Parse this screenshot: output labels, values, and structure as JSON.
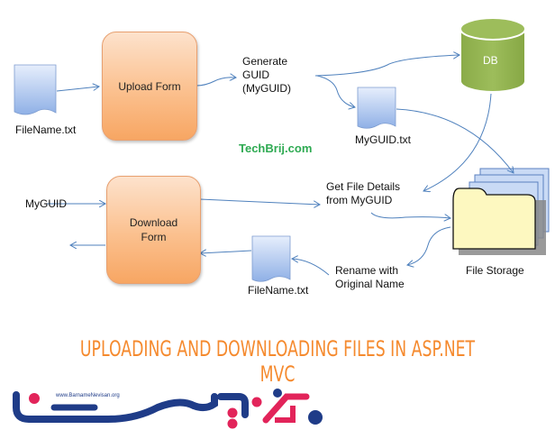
{
  "diagram": {
    "nodes": {
      "file_input": "FileName.txt",
      "upload_form": "Upload Form",
      "generate_guid": [
        "Generate",
        "GUID",
        "(MyGUID)"
      ],
      "db": "DB",
      "guid_file": "MyGUID.txt",
      "watermark": "TechBrij.com",
      "myguid_input": "MyGUID",
      "download_form": [
        "Download",
        "Form"
      ],
      "get_details": [
        "Get File Details",
        "from MyGUID"
      ],
      "file_storage": "File Storage",
      "file_output": "FileName.txt",
      "rename": [
        "Rename with",
        "Original Name"
      ]
    },
    "colors": {
      "form_fill": "#fbc08e",
      "db_fill": "#9bbb59",
      "doc_fill": "#a8c4ee",
      "folder_fill": "#fdf8c0",
      "arrow": "#4f81bd",
      "watermark": "#2eaa52",
      "title": "#f58a2e"
    }
  },
  "banner": {
    "title": "UPLOADING AND DOWNLOADING FILES IN ASP.NET MVC",
    "logo_url_text": "www.BarnameNevisan.org",
    "logo_colors": {
      "primary": "#1f3c88",
      "accent": "#e2245a"
    }
  }
}
